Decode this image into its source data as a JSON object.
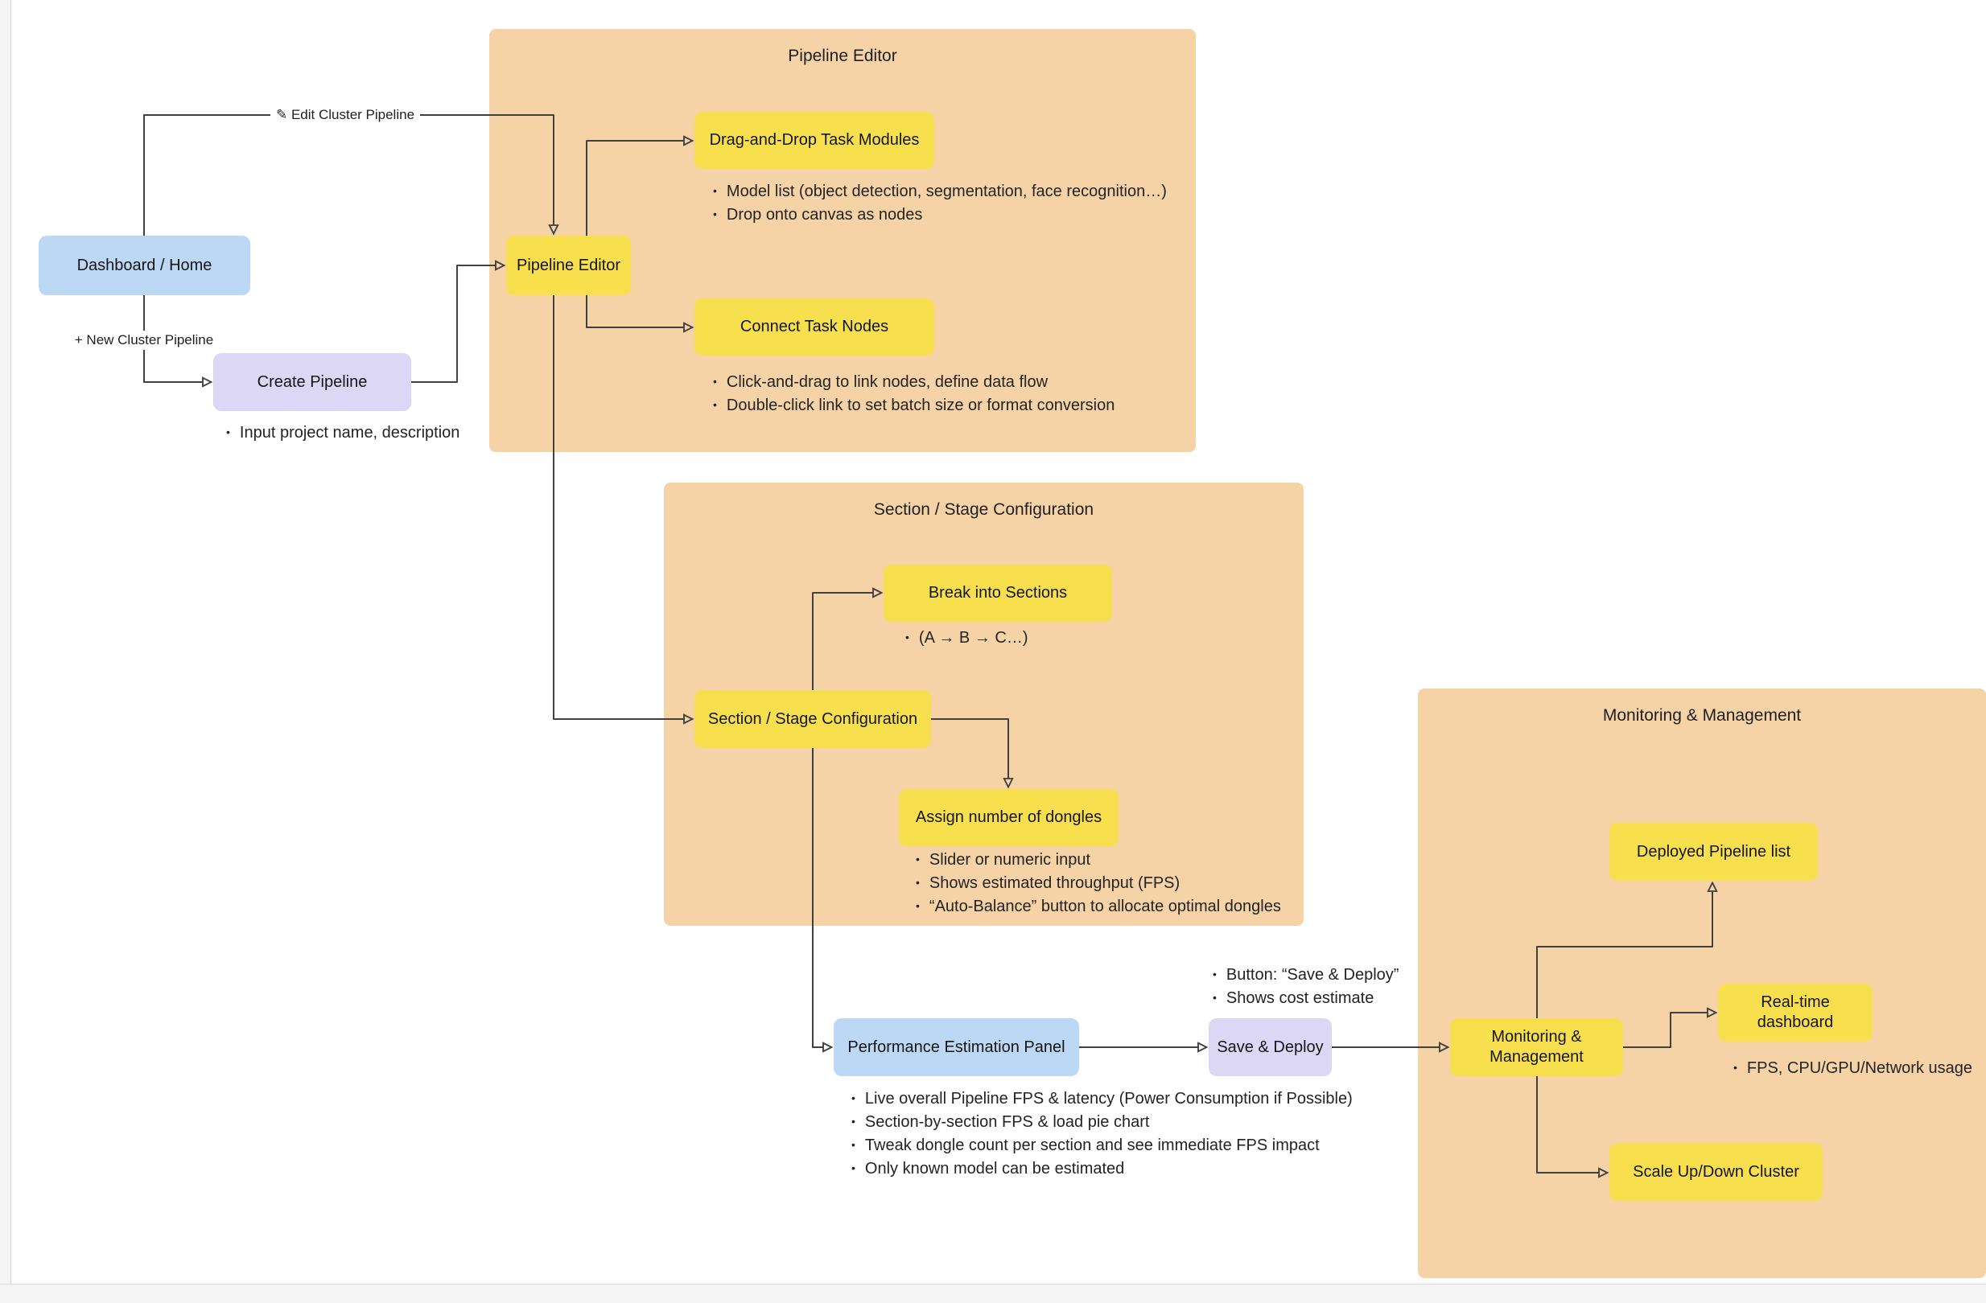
{
  "colors": {
    "container_bg": "#f6d3a7",
    "node_yellow": "#f7df4e",
    "node_blue": "#bdd8f5",
    "node_purple": "#ddd7f6",
    "edge": "#404040"
  },
  "containers": {
    "pipeline_editor": {
      "title": "Pipeline Editor"
    },
    "section_config": {
      "title": "Section / Stage Configuration"
    },
    "monitoring": {
      "title": "Monitoring & Management"
    }
  },
  "nodes": {
    "dashboard": {
      "label": "Dashboard / Home"
    },
    "create_pipeline": {
      "label": "Create Pipeline"
    },
    "pipeline_editor": {
      "label": "Pipeline Editor"
    },
    "drag_drop": {
      "label": "Drag-and-Drop Task Modules"
    },
    "connect_nodes": {
      "label": "Connect Task Nodes"
    },
    "break_sections": {
      "label": "Break into Sections"
    },
    "section_config": {
      "label": "Section / Stage Configuration"
    },
    "assign_dongles": {
      "label": "Assign number of dongles"
    },
    "perf_panel": {
      "label": "Performance Estimation Panel"
    },
    "save_deploy": {
      "label": "Save & Deploy"
    },
    "monitoring": {
      "label": "Monitoring & Management"
    },
    "deployed_list": {
      "label": "Deployed Pipeline list"
    },
    "realtime_dashboard": {
      "label": "Real-time dashboard"
    },
    "scale_cluster": {
      "label": "Scale Up/Down Cluster"
    }
  },
  "edge_labels": {
    "edit_cluster": "✎ Edit Cluster Pipeline",
    "new_cluster": "+ New Cluster Pipeline"
  },
  "notes": {
    "create_pipeline": [
      "Input project name, description"
    ],
    "drag_drop": [
      "Model list (object detection, segmentation, face recognition…)",
      "Drop onto canvas as nodes"
    ],
    "connect_nodes": [
      "Click-and-drag to link nodes, define data flow",
      "Double-click link to set batch size or format conversion"
    ],
    "break_sections": [
      "(A → B → C…)"
    ],
    "assign_dongles": [
      "Slider or numeric input",
      "Shows estimated throughput (FPS)",
      "“Auto-Balance” button to allocate optimal dongles"
    ],
    "save_deploy": [
      "Button: “Save & Deploy”",
      "Shows cost estimate"
    ],
    "perf_panel": [
      "Live overall Pipeline FPS & latency (Power Consumption if Possible)",
      "Section-by-section FPS & load pie chart",
      "Tweak dongle count per section and see immediate FPS impact",
      "Only known model can be estimated"
    ],
    "realtime_dashboard": [
      "FPS, CPU/GPU/Network usage"
    ]
  }
}
